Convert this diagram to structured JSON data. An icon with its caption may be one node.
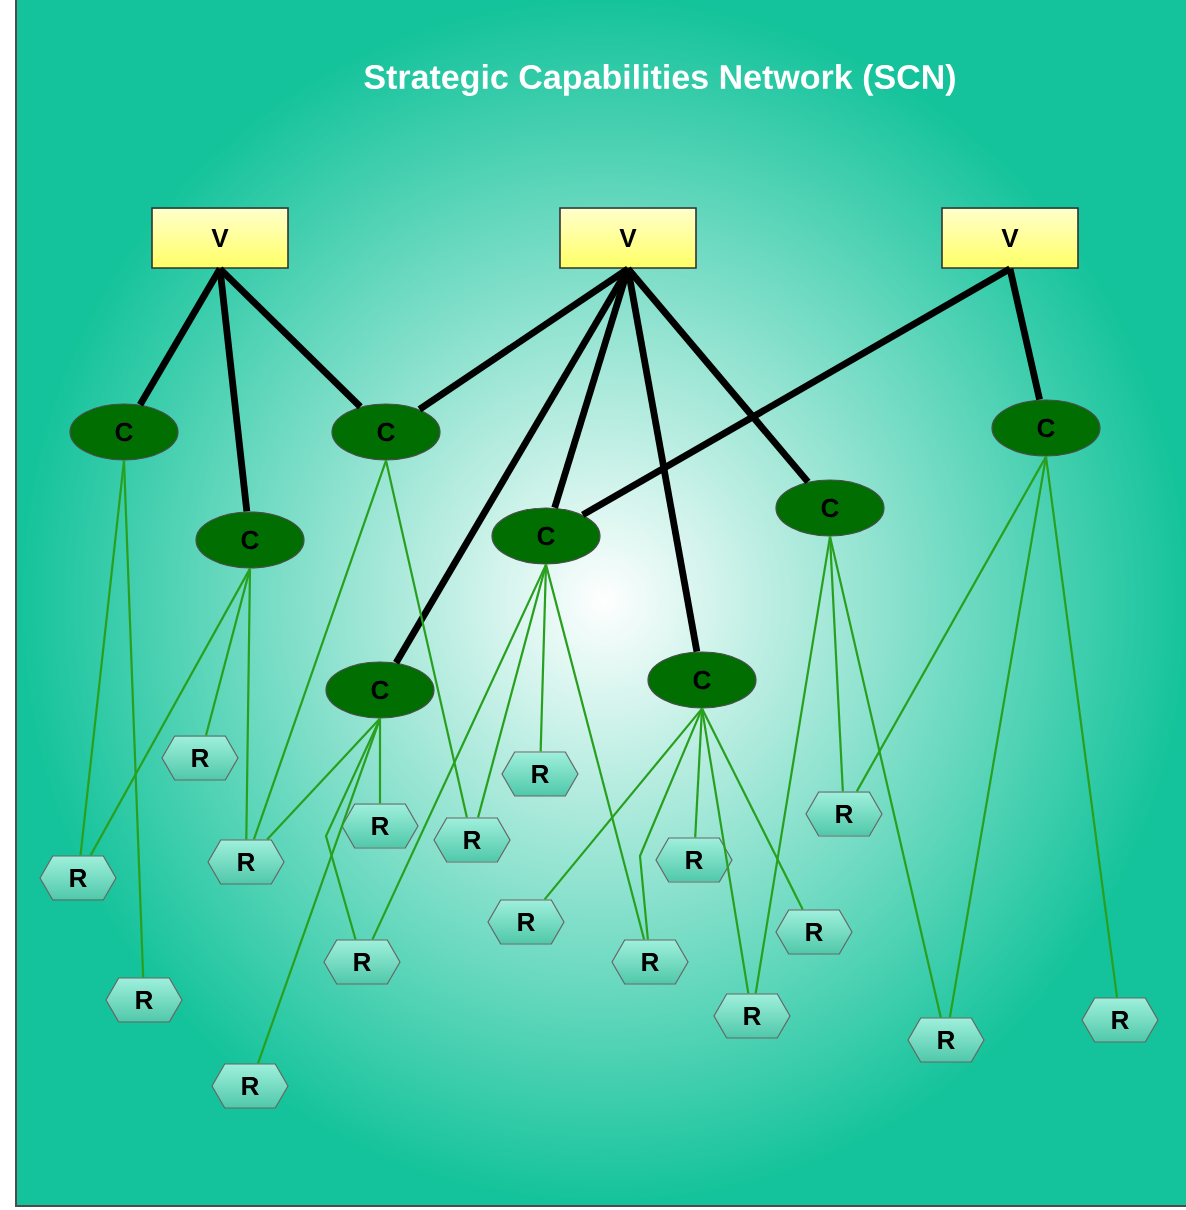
{
  "diagram": {
    "title": "Strategic Capabilities Network (SCN)",
    "nodes": [
      {
        "text": [
          "V"
        ]
      },
      {
        "text": [
          "V"
        ]
      },
      {
        "text": [
          "V"
        ]
      },
      {
        "text": [
          "C"
        ]
      },
      {
        "text": [
          "C"
        ]
      },
      {
        "text": [
          "C"
        ]
      },
      {
        "text": [
          "C"
        ]
      },
      {
        "text": [
          "C"
        ]
      },
      {
        "text": [
          "C"
        ]
      },
      {
        "text": [
          "C"
        ]
      },
      {
        "text": [
          "C"
        ]
      },
      {
        "text": [
          "R"
        ]
      },
      {
        "text": [
          "R"
        ]
      },
      {
        "text": [
          "R"
        ]
      },
      {
        "text": [
          "R"
        ]
      },
      {
        "text": [
          "R"
        ]
      },
      {
        "text": [
          "R"
        ]
      },
      {
        "text": [
          "R"
        ]
      },
      {
        "text": [
          "R"
        ]
      },
      {
        "text": [
          "R"
        ]
      },
      {
        "text": [
          "R"
        ]
      },
      {
        "text": [
          "R"
        ]
      },
      {
        "text": [
          "R"
        ]
      },
      {
        "text": [
          "R"
        ]
      },
      {
        "text": [
          "R"
        ]
      },
      {
        "text": [
          "R"
        ]
      },
      {
        "text": [
          "R"
        ]
      },
      {
        "text": [
          "R"
        ]
      }
    ],
    "edges": [
      {
        "from": 0,
        "to": 3,
        "arrow": "none",
        "style": "thick",
        "color": "#000000"
      },
      {
        "from": 0,
        "to": 6,
        "arrow": "none",
        "style": "thick",
        "color": "#000000"
      },
      {
        "from": 0,
        "to": 4,
        "arrow": "none",
        "style": "thick",
        "color": "#000000"
      },
      {
        "from": 1,
        "to": 4,
        "arrow": "none",
        "style": "thick",
        "color": "#000000"
      },
      {
        "from": 1,
        "to": 9,
        "arrow": "none",
        "style": "thick",
        "color": "#000000"
      },
      {
        "from": 1,
        "to": 7,
        "arrow": "none",
        "style": "thick",
        "color": "#000000"
      },
      {
        "from": 1,
        "to": 10,
        "arrow": "none",
        "style": "thick",
        "color": "#000000"
      },
      {
        "from": 1,
        "to": 8,
        "arrow": "none",
        "style": "thick",
        "color": "#000000"
      },
      {
        "from": 2,
        "to": 7,
        "arrow": "none",
        "style": "thick",
        "color": "#000000"
      },
      {
        "from": 2,
        "to": 5,
        "arrow": "none",
        "style": "thick",
        "color": "#000000"
      },
      {
        "from": 3,
        "to": 18,
        "arrow": "none"
      },
      {
        "from": 3,
        "to": 23,
        "arrow": "none"
      },
      {
        "from": 6,
        "to": 18,
        "arrow": "none"
      },
      {
        "from": 6,
        "to": 11,
        "arrow": "none"
      },
      {
        "from": 6,
        "to": 17,
        "arrow": "none"
      },
      {
        "from": 4,
        "to": 17,
        "arrow": "none"
      },
      {
        "from": 4,
        "to": 15,
        "arrow": "none"
      },
      {
        "from": 9,
        "to": 17,
        "arrow": "none"
      },
      {
        "from": 9,
        "to": 14,
        "arrow": "none"
      },
      {
        "from": 9,
        "to": 21,
        "arrow": "none"
      },
      {
        "from": 9,
        "to": 27,
        "arrow": "none"
      },
      {
        "from": 7,
        "to": 21,
        "arrow": "none"
      },
      {
        "from": 7,
        "to": 15,
        "arrow": "none"
      },
      {
        "from": 7,
        "to": 12,
        "arrow": "none"
      },
      {
        "from": 7,
        "to": 22,
        "arrow": "none"
      },
      {
        "from": 10,
        "to": 19,
        "arrow": "none"
      },
      {
        "from": 10,
        "to": 16,
        "arrow": "none"
      },
      {
        "from": 10,
        "to": 22,
        "arrow": "none"
      },
      {
        "from": 10,
        "to": 24,
        "arrow": "none"
      },
      {
        "from": 10,
        "to": 20,
        "arrow": "none"
      },
      {
        "from": 8,
        "to": 24,
        "arrow": "none"
      },
      {
        "from": 8,
        "to": 13,
        "arrow": "none"
      },
      {
        "from": 8,
        "to": 26,
        "arrow": "none"
      },
      {
        "from": 5,
        "to": 13,
        "arrow": "none"
      },
      {
        "from": 5,
        "to": 26,
        "arrow": "none"
      },
      {
        "from": 5,
        "to": 25,
        "arrow": "none"
      }
    ]
  }
}
